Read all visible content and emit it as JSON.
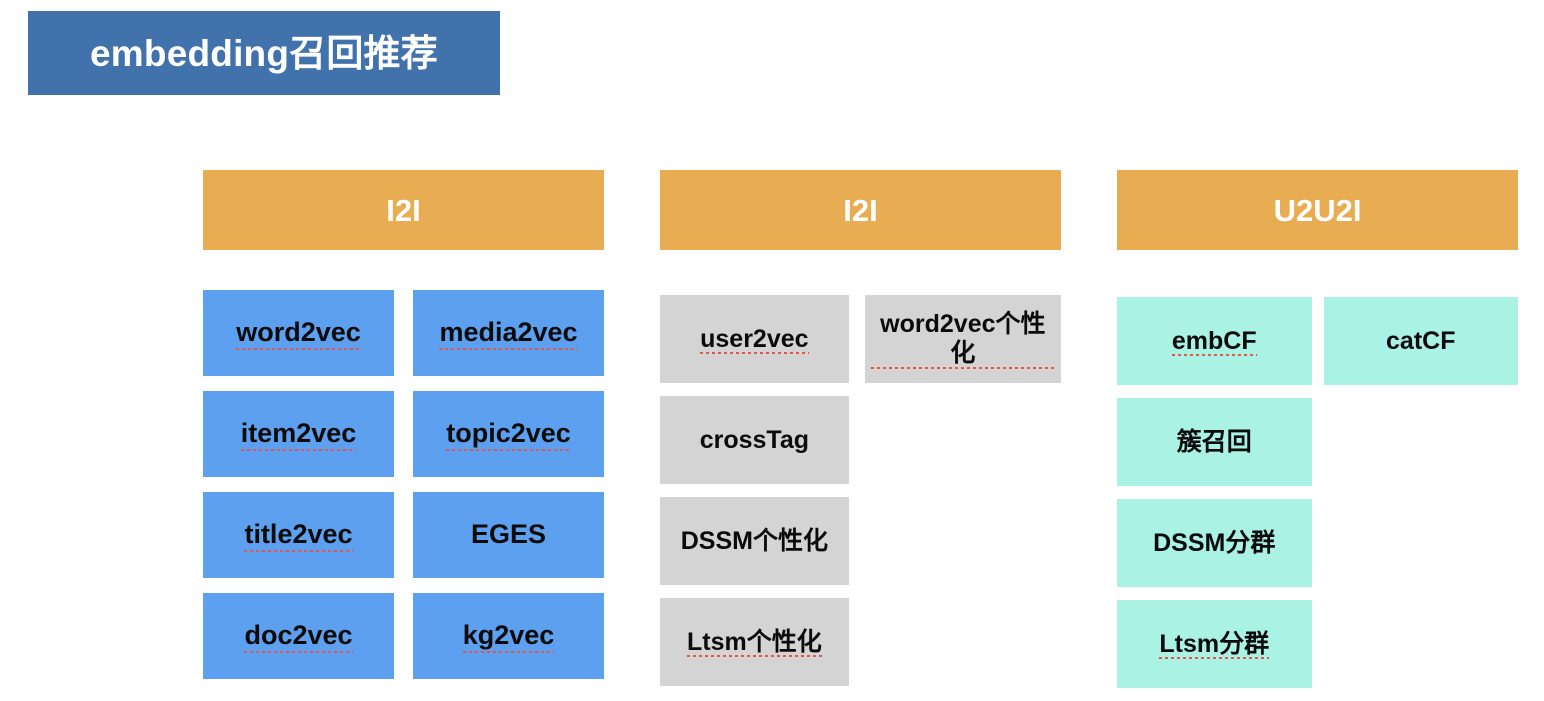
{
  "title": {
    "text": "embedding召回推荐",
    "background_color": "#4272ab",
    "text_color": "#ffffff"
  },
  "palette": {
    "header_orange": "#e8ad53",
    "blue": "#5da0ef",
    "gray": "#d4d4d4",
    "teal": "#aaf3e4",
    "title_blue": "#4272ab",
    "spellcheck_red": "#e2574c",
    "page_background": "#ffffff"
  },
  "columns": [
    {
      "header": "I2I",
      "color": "#5da0ef",
      "rows": [
        [
          {
            "label": "word2vec",
            "misspelled": true
          },
          {
            "label": "media2vec",
            "misspelled": true
          }
        ],
        [
          {
            "label": "item2vec",
            "misspelled": true
          },
          {
            "label": "topic2vec",
            "misspelled": true
          }
        ],
        [
          {
            "label": "title2vec",
            "misspelled": true
          },
          {
            "label": "EGES",
            "misspelled": false
          }
        ],
        [
          {
            "label": "doc2vec",
            "misspelled": true
          },
          {
            "label": "kg2vec",
            "misspelled": true
          }
        ]
      ]
    },
    {
      "header": "I2I",
      "color": "#d4d4d4",
      "rows": [
        [
          {
            "label": "user2vec",
            "misspelled": true
          },
          {
            "label": "word2vec个性化",
            "misspelled": true
          }
        ],
        [
          {
            "label": "crossTag",
            "misspelled": false
          },
          {
            "label": "",
            "misspelled": false
          }
        ],
        [
          {
            "label": "DSSM个性化",
            "misspelled": false
          },
          {
            "label": "",
            "misspelled": false
          }
        ],
        [
          {
            "label": "Ltsm个性化",
            "misspelled": true
          },
          {
            "label": "",
            "misspelled": false
          }
        ]
      ]
    },
    {
      "header": "U2U2I",
      "color": "#aaf3e4",
      "rows": [
        [
          {
            "label": "embCF",
            "misspelled": true
          },
          {
            "label": "catCF",
            "misspelled": false
          }
        ],
        [
          {
            "label": "簇召回",
            "misspelled": false
          },
          {
            "label": "",
            "misspelled": false
          }
        ],
        [
          {
            "label": "DSSM分群",
            "misspelled": false
          },
          {
            "label": "",
            "misspelled": false
          }
        ],
        [
          {
            "label": "Ltsm分群",
            "misspelled": true
          },
          {
            "label": "",
            "misspelled": false
          }
        ]
      ]
    }
  ]
}
